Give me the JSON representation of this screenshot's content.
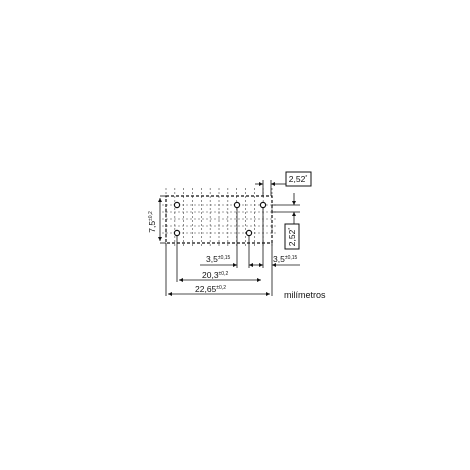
{
  "colors": {
    "ink": "#111111",
    "background": "#ffffff",
    "grid": "#444444"
  },
  "dimensions": {
    "pitch_top": {
      "value": "2,52",
      "tol": "*"
    },
    "pitch_side": {
      "value": "2,52",
      "tol": "*"
    },
    "height": {
      "value": "7,5",
      "tol": "±0,2"
    },
    "pin_gap": {
      "value": "3,5",
      "tol": "±0,15"
    },
    "edge_offset": {
      "value": "3,5",
      "tol": "±0,15"
    },
    "pin_span": {
      "value": "20,3",
      "tol": "±0,2"
    },
    "overall_length": {
      "value": "22,65",
      "tol": "±0,2"
    }
  },
  "unit_label": "milímetros"
}
